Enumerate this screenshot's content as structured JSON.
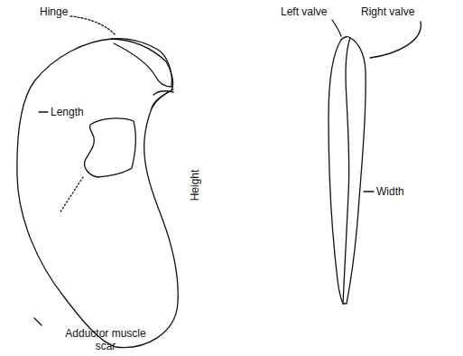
{
  "diagram": {
    "labels": [
      "Hinge",
      "Left valve",
      "Right valve",
      "Length",
      "Height",
      "Width",
      "Adductor muscle scar"
    ]
  }
}
